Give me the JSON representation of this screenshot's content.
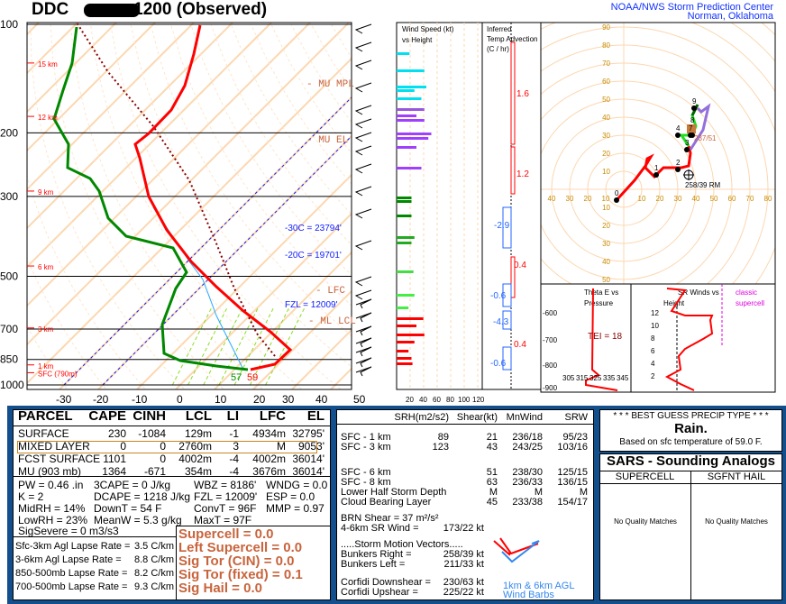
{
  "header": {
    "title_prefix": "DDC",
    "title_suffix": "1200  (Observed)",
    "org": "NOAA/NWS Storm Prediction Center",
    "location": "Norman, Oklahoma"
  },
  "skewt": {
    "pressure_labels": [
      "100",
      "200",
      "300",
      "500",
      "700",
      "850",
      "1000"
    ],
    "pressure_values": [
      100,
      200,
      300,
      500,
      700,
      850,
      1000
    ],
    "temp_labels": [
      "-30",
      "-20",
      "-10",
      "0",
      "10",
      "20",
      "30",
      "40",
      "50"
    ],
    "height_labels": [
      {
        "t": "15 km",
        "p": 128
      },
      {
        "t": "12 km",
        "p": 180
      },
      {
        "t": "9 km",
        "p": 290
      },
      {
        "t": "6 km",
        "p": 468
      },
      {
        "t": "3 km",
        "p": 695
      },
      {
        "t": "1 km",
        "p": 880
      },
      {
        "t": "SFC (790m)",
        "p": 925
      }
    ],
    "annotations": {
      "mu_mpl": "- MU MPL",
      "mu_el": "- MU EL",
      "c30": "-30C = 23794'",
      "c20": "-20C = 19701'",
      "fzl": "FZL = 12009'",
      "lfc": "- LFC",
      "ml_lcl": "- ML LCL",
      "sfc_td": "57",
      "sfc_t": "59"
    },
    "colors": {
      "temp": "#ff0000",
      "dewpoint": "#008800",
      "wetbulb": "#22aaff",
      "parcel": "#8b0000",
      "isotherm": "#fcd7b0"
    }
  },
  "wind_panel": {
    "title1": "Wind Speed (kt)",
    "title2": "vs Height",
    "axis": [
      "20",
      "40",
      "60",
      "80",
      "100",
      "120"
    ]
  },
  "advection_panel": {
    "title1": "Inferred",
    "title2": "Temp Advection",
    "title3": "(C / hr)",
    "values": [
      "1.6",
      "1.2",
      "0.4",
      "0.4",
      "-2.9",
      "-0.6",
      "-4.3",
      "-0.6"
    ]
  },
  "hodograph": {
    "rings_labels_y": [
      "90",
      "80",
      "70",
      "60",
      "50",
      "40",
      "30",
      "20",
      "10",
      "10",
      "20",
      "30",
      "40",
      "50"
    ],
    "x_labels": [
      "40",
      "30",
      "20",
      "10",
      "10",
      "20",
      "30",
      "40",
      "50",
      "60",
      "70",
      "80"
    ],
    "points": [
      "0",
      "1",
      "2",
      "3",
      "4",
      "7",
      "8",
      "9"
    ],
    "rm_label": "258/39 RM",
    "mean_label": "237/51"
  },
  "thetae": {
    "title1": "Theta E vs",
    "title2": "Pressure",
    "tei": "TEI = 18",
    "p_labels": [
      "600",
      "700",
      "800",
      "900"
    ],
    "x_labels": [
      "305",
      "315",
      "325",
      "335",
      "345"
    ]
  },
  "srwinds": {
    "title1": "SR Winds vs",
    "title2": "Height",
    "classic1": "classic",
    "classic2": "supercell",
    "y_labels": [
      "12",
      "10",
      "8",
      "6",
      "4",
      "2"
    ]
  },
  "parcel_table": {
    "headers": [
      "PARCEL",
      "CAPE",
      "CINH",
      "LCL",
      "LI",
      "LFC",
      "EL"
    ],
    "rows": [
      [
        "SURFACE",
        "230",
        "-1084",
        "129m",
        "-1",
        "4934m",
        "32795'"
      ],
      [
        "MIXED LAYER",
        "0",
        "0",
        "2760m",
        "3",
        "M",
        "9053'"
      ],
      [
        "FCST SURFACE",
        "1101",
        "0",
        "4002m",
        "-4",
        "4002m",
        "36014'"
      ],
      [
        "MU    (903 mb)",
        "1364",
        "-671",
        "354m",
        "-4",
        "3676m",
        "36014'"
      ]
    ]
  },
  "indices": [
    [
      "PW = 0.46 .in",
      "3CAPE = 0 J/kg",
      "WBZ = 8186'",
      "WNDG = 0.0"
    ],
    [
      "K = 2",
      "DCAPE = 1218 J/kg",
      "FZL = 12009'",
      "ESP = 0.0"
    ],
    [
      "MidRH = 14%",
      "DownT = 54 F",
      "ConvT = 96F",
      "MMP = 0.97"
    ],
    [
      "LowRH = 23%",
      "MeanW = 5.3 g/kg",
      "MaxT = 97F",
      ""
    ]
  ],
  "sig_severe": "SigSevere = 0 m3/s3",
  "lapse_rates": [
    [
      "Sfc-3km Agl Lapse Rate =",
      "3.5 C/km"
    ],
    [
      "3-6km Agl Lapse Rate =",
      "8.8 C/km"
    ],
    [
      "850-500mb Lapse Rate =",
      "8.2 C/km"
    ],
    [
      "700-500mb Lapse Rate =",
      "9.3 C/km"
    ]
  ],
  "composite": [
    "Supercell = 0.0",
    "Left Supercell = 0.0",
    "Sig Tor (CIN) = 0.0",
    "Sig Tor (fixed) = 0.1",
    "Sig Hail = 0.0"
  ],
  "kinematics": {
    "headers": [
      "SRH(m2/s2)",
      "Shear(kt)",
      "MnWind",
      "SRW"
    ],
    "rows": [
      [
        "SFC - 1 km",
        "89",
        "21",
        "236/18",
        "95/23"
      ],
      [
        "SFC - 3 km",
        "123",
        "43",
        "243/25",
        "103/16"
      ],
      [
        "SFC - 6 km",
        "",
        "51",
        "238/30",
        "125/15"
      ],
      [
        "SFC - 8 km",
        "",
        "63",
        "236/33",
        "136/15"
      ],
      [
        "Lower Half Storm Depth",
        "",
        "M",
        "M",
        "M"
      ],
      [
        "Cloud Bearing Layer",
        "",
        "45",
        "233/38",
        "154/17"
      ]
    ],
    "brn": [
      "BRN Shear =  37 m²/s²"
    ],
    "sr46": [
      "4-6km SR Wind =",
      "173/22 kt"
    ],
    "motion_title": ".....Storm Motion Vectors.....",
    "motion": [
      [
        "Bunkers Right =",
        "258/39 kt"
      ],
      [
        "Bunkers Left =",
        "211/33 kt"
      ],
      [
        "Corfidi Downshear =",
        "230/63 kt"
      ],
      [
        "Corfidi Upshear =",
        "225/22 kt"
      ]
    ],
    "barb_legend1": "1km & 6km AGL",
    "barb_legend2": "Wind Barbs"
  },
  "precip": {
    "title": "* * * BEST GUESS PRECIP TYPE * * *",
    "type": "Rain.",
    "basis": "Based on sfc temperature of 59.0 F."
  },
  "sars": {
    "title": "SARS - Sounding Analogs",
    "col1": "SUPERCELL",
    "col2": "SGFNT HAIL",
    "match1": "No Quality Matches",
    "match2": "No Quality Matches"
  }
}
